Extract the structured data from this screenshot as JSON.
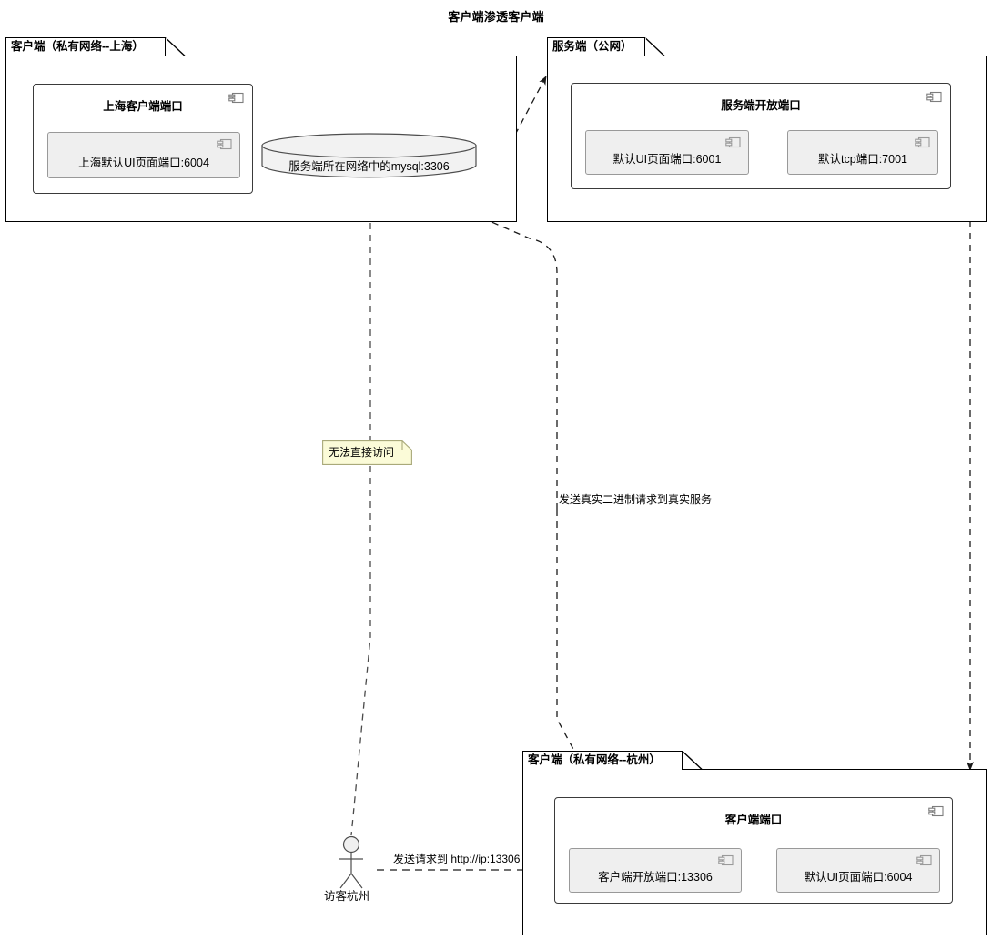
{
  "diagram": {
    "title": "客户端渗透客户端",
    "type": "uml-deployment-diagram"
  },
  "packages": [
    {
      "id": "pkg-client-shanghai",
      "label": "客户端（私有网络--上海）",
      "components": [
        {
          "id": "comp-shanghai-client-port",
          "title": "上海客户端端口",
          "icon": "component-icon",
          "leaves": [
            {
              "id": "leaf-shanghai-ui",
              "label": "上海默认UI页面端口:6004",
              "icon": "component-icon"
            }
          ]
        }
      ],
      "database": {
        "id": "db-mysql",
        "label": "服务端所在网络中的mysql:3306"
      }
    },
    {
      "id": "pkg-server-public",
      "label": "服务端（公网）",
      "components": [
        {
          "id": "comp-server-open-ports",
          "title": "服务端开放端口",
          "icon": "component-icon",
          "leaves": [
            {
              "id": "leaf-server-ui",
              "label": "默认UI页面端口:6001",
              "icon": "component-icon"
            },
            {
              "id": "leaf-server-tcp",
              "label": "默认tcp端口:7001",
              "icon": "component-icon"
            }
          ]
        }
      ]
    },
    {
      "id": "pkg-client-hangzhou",
      "label": "客户端（私有网络--杭州）",
      "components": [
        {
          "id": "comp-client-ports",
          "title": "客户端端口",
          "icon": "component-icon",
          "leaves": [
            {
              "id": "leaf-client-open",
              "label": "客户端开放端口:13306",
              "icon": "component-icon"
            },
            {
              "id": "leaf-client-ui",
              "label": "默认UI页面端口:6004",
              "icon": "component-icon"
            }
          ]
        }
      ]
    }
  ],
  "actor": {
    "id": "actor-visitor-hangzhou",
    "label": "访客杭州"
  },
  "note": {
    "id": "note-no-direct-access",
    "label": "无法直接访问",
    "fill": "#fbfbd8",
    "border": "#a9a97a"
  },
  "edges": [
    {
      "id": "edge-actor-to-client-open-port",
      "label": "发送请求到 http://ip:13306",
      "style": "dashed",
      "arrow": true
    },
    {
      "id": "edge-server-to-real-service",
      "label": "发送真实二进制请求到真实服务",
      "style": "dashed",
      "arrow": true
    },
    {
      "id": "edge-shanghai-to-server",
      "label": "",
      "style": "dashed",
      "arrow": true
    },
    {
      "id": "edge-server-to-hangzhou",
      "label": "",
      "style": "dashed",
      "arrow": true
    },
    {
      "id": "edge-actor-to-mysql",
      "label": "",
      "style": "dashed",
      "arrow": false
    }
  ],
  "colors": {
    "background": "#ffffff",
    "stroke": "#000000",
    "leaf_fill": "#efefef",
    "leaf_border": "#999999",
    "note_fill": "#fbfbd8"
  }
}
